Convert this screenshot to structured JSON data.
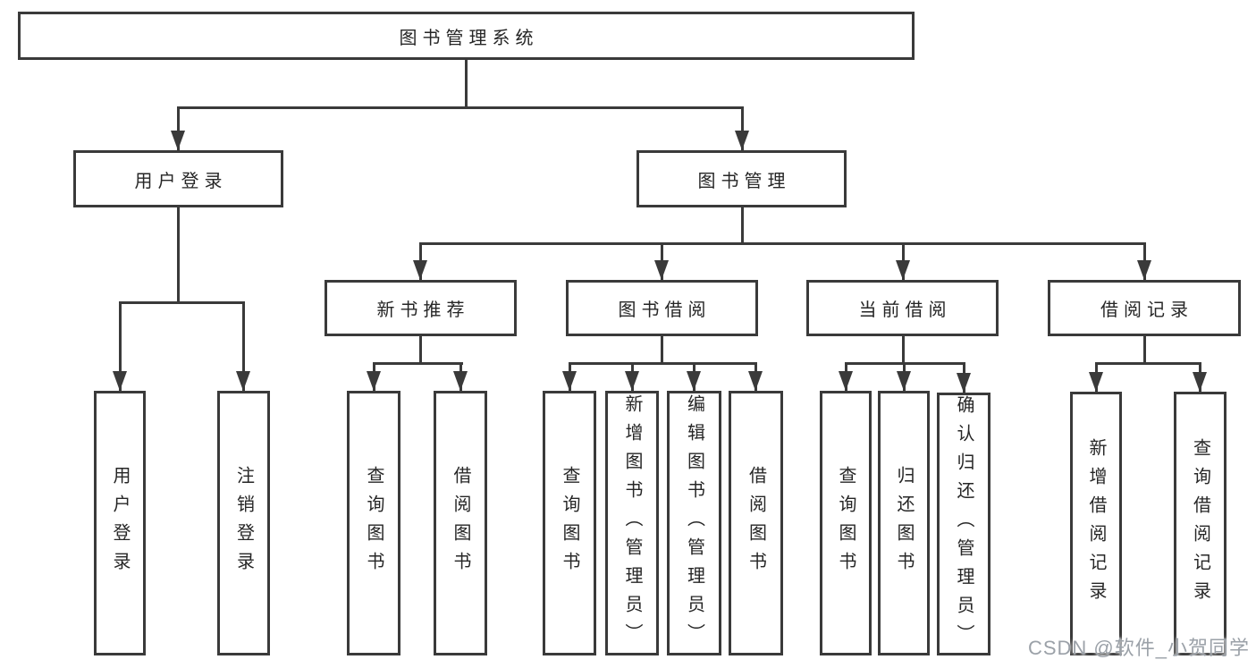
{
  "colors": {
    "line": "#3a3a3a",
    "text": "#262626",
    "background": "#ffffff",
    "watermark": "#9ba1a8"
  },
  "watermark": "CSDN @软件_小贺同学",
  "nodes": {
    "root": "图书管理系统",
    "l2": [
      "用户登录",
      "图书管理"
    ],
    "l3": [
      "新书推荐",
      "图书借阅",
      "当前借阅",
      "借阅记录"
    ],
    "leaves_user": [
      "用户登录",
      "注销登录"
    ],
    "leaves_new": [
      "查询图书",
      "借阅图书"
    ],
    "leaves_borrow": [
      "查询图书",
      "新增图书（管理员）",
      "编辑图书（管理员）",
      "借阅图书"
    ],
    "leaves_current": [
      "查询图书",
      "归还图书",
      "确认归还（管理员）"
    ],
    "leaves_records": [
      "新增借阅记录",
      "查询借阅记录"
    ]
  }
}
